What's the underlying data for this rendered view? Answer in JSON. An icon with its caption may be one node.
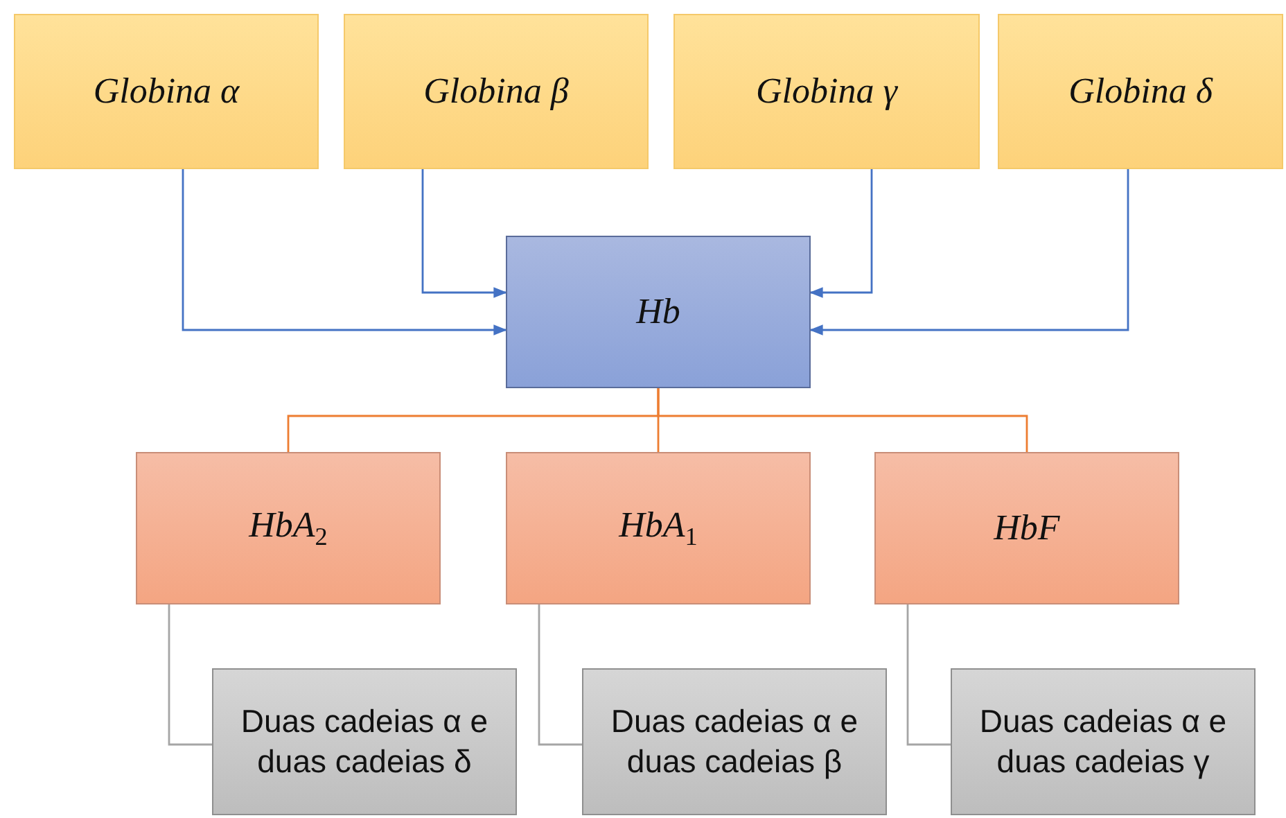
{
  "diagram": {
    "nodes": [
      {
        "text": [
          "Globina α"
        ]
      },
      {
        "text": [
          "Globina β"
        ]
      },
      {
        "text": [
          "Globina γ"
        ]
      },
      {
        "text": [
          "Globina δ"
        ]
      },
      {
        "text": [
          "Hb"
        ]
      },
      {
        "text": [
          "HbA$_{2}$"
        ]
      },
      {
        "text": [
          "HbA$_{1}$"
        ]
      },
      {
        "text": [
          "HbF"
        ]
      },
      {
        "text": [
          "Duas cadeias α e duas cadeias δ"
        ]
      },
      {
        "text": [
          "Duas cadeias α e duas cadeias β"
        ]
      },
      {
        "text": [
          "Duas cadeias α e duas cadeias γ"
        ]
      }
    ],
    "edges": [
      {
        "from": 0,
        "to": 4,
        "arrow": "to",
        "color": "#4472c4"
      },
      {
        "from": 1,
        "to": 4,
        "arrow": "to",
        "color": "#4472c4"
      },
      {
        "from": 2,
        "to": 4,
        "arrow": "to",
        "color": "#4472c4"
      },
      {
        "from": 3,
        "to": 4,
        "arrow": "to",
        "color": "#4472c4"
      },
      {
        "from": 4,
        "to": 5,
        "arrow": "none",
        "color": "#ed7d31"
      },
      {
        "from": 4,
        "to": 6,
        "arrow": "none",
        "color": "#ed7d31"
      },
      {
        "from": 4,
        "to": 7,
        "arrow": "none",
        "color": "#ed7d31"
      },
      {
        "from": 5,
        "to": 8,
        "arrow": "none",
        "color": "#a5a5a5"
      },
      {
        "from": 6,
        "to": 9,
        "arrow": "none",
        "color": "#a5a5a5"
      },
      {
        "from": 7,
        "to": 10,
        "arrow": "none",
        "color": "#a5a5a5"
      }
    ]
  }
}
